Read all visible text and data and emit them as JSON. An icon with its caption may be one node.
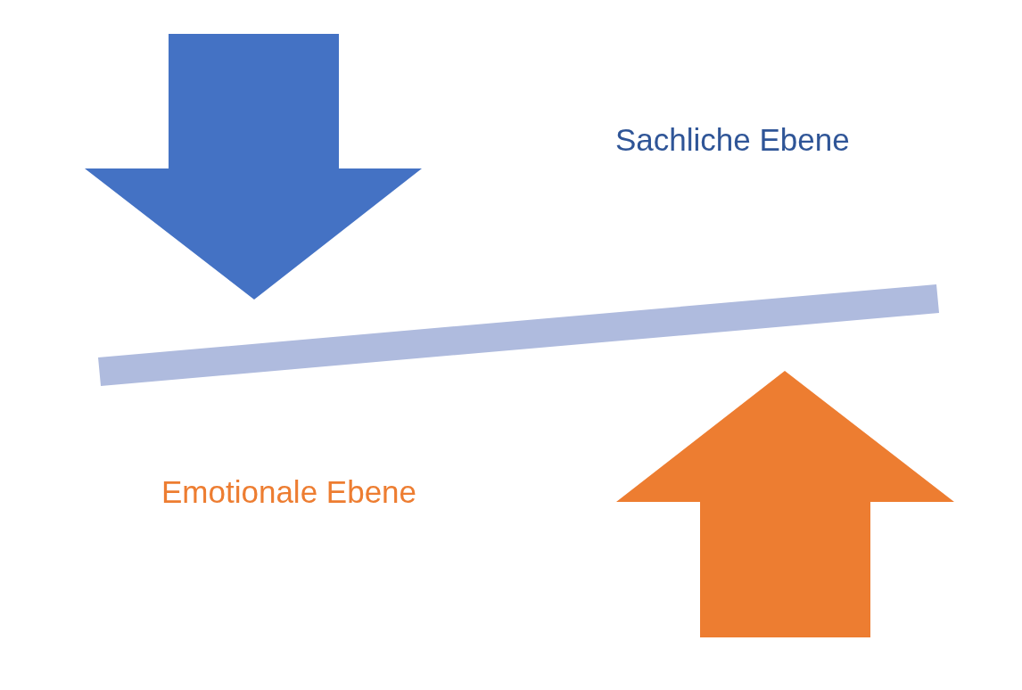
{
  "diagram": {
    "nodes": [
      {
        "text": [],
        "shape": "bar"
      }
    ],
    "labels": [
      "Sachliche Ebene",
      "Emotionale Ebene"
    ]
  }
}
